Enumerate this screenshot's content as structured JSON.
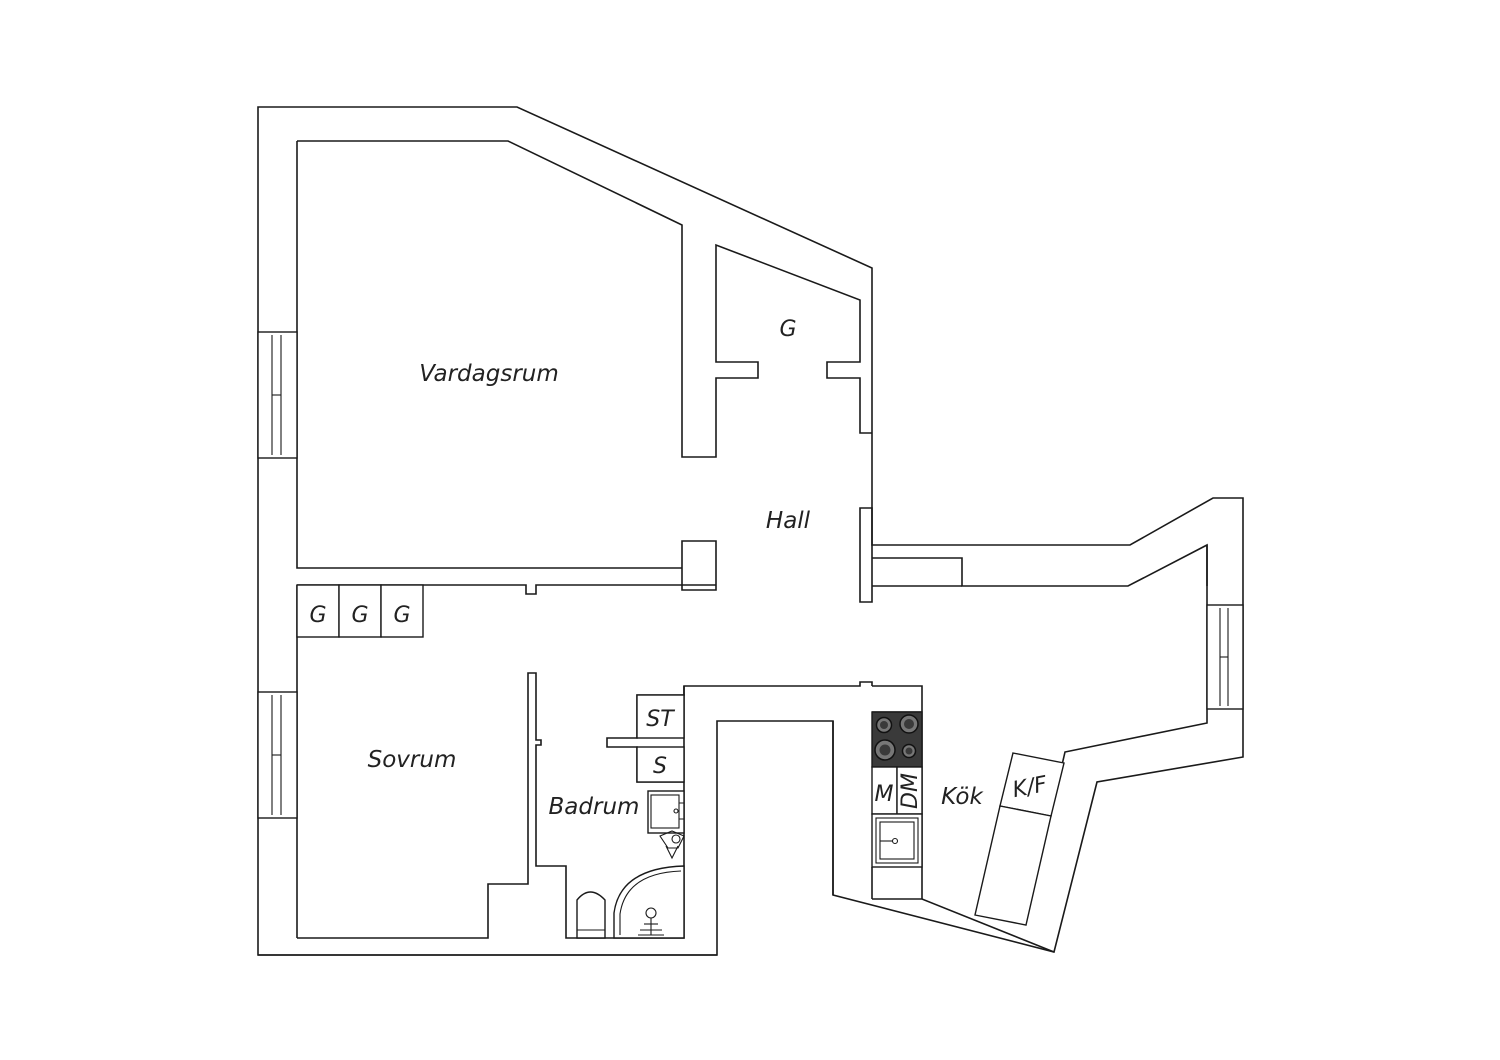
{
  "rooms": {
    "living_room": "Vardagsrum",
    "hall": "Hall",
    "bedroom": "Sovrum",
    "bathroom": "Badrum",
    "kitchen": "Kök"
  },
  "storage": {
    "closet_upper": "G",
    "closet_row": [
      "G",
      "G",
      "G"
    ]
  },
  "fixtures": {
    "dryer": "ST",
    "shower_cabinet": "S",
    "microwave": "M",
    "dishwasher": "DM",
    "fridge_freezer": "K/F"
  },
  "colors": {
    "line": "#1a1a1a",
    "background": "#ffffff",
    "stove": "#3a3a3a"
  }
}
